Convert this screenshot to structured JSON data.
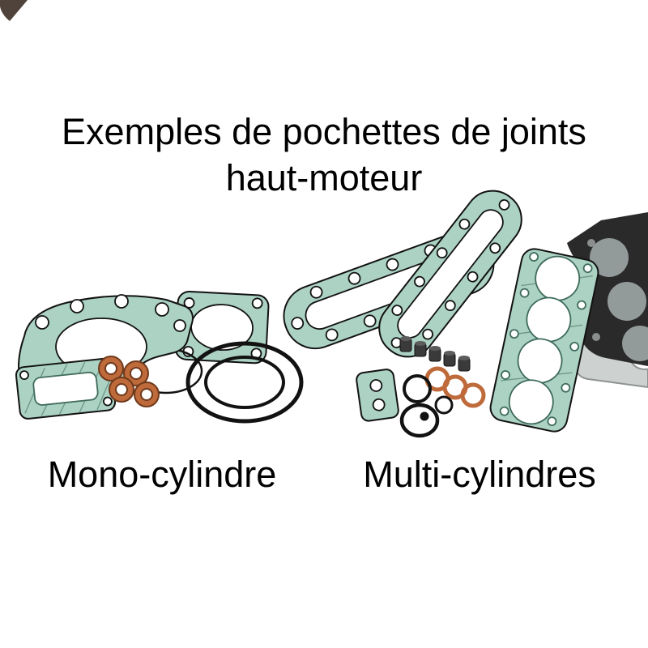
{
  "title": {
    "line1": "Exemples de pochettes de joints",
    "line2": "haut-moteur"
  },
  "labels": {
    "left": "Mono-cylindre",
    "right": "Multi-cylindres"
  },
  "illustrations": {
    "left_set": "mono-cylinder top-end gasket set: head gasket, cover gasket, hatched base gasket, copper washers, rubber o-rings",
    "right_set": "multi-cylinder top-end gasket set: two valve-cover gaskets, four-cylinder head gasket, metal head gaskets, valve stem seals, copper rings, o-rings"
  },
  "colors": {
    "gasket_teal": "#abd2c3",
    "gasket_teal_dark": "#3f6b5c",
    "outline_black": "#121212",
    "copper": "#bf6a3a",
    "copper_dark": "#6f3a1c",
    "dark_head_gasket": "#2a2a2a",
    "metal_gasket_silver": "#cdd2d1",
    "bore_grey": "#939b9a",
    "background": "#ffffff"
  }
}
